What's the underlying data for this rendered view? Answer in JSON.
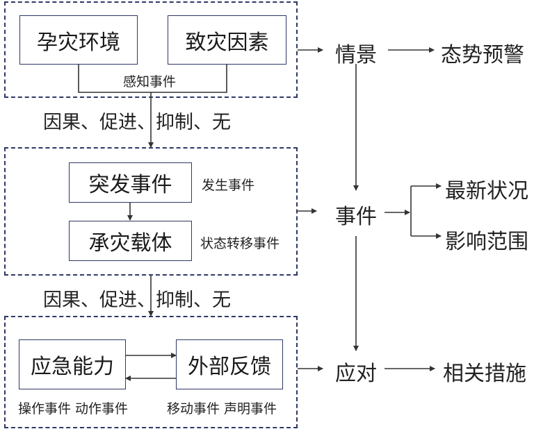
{
  "groups": {
    "top": {
      "boxes": [
        "孕灾环境",
        "致灾因素"
      ],
      "connector_label": "感知事件"
    },
    "middle": {
      "boxes": [
        "突发事件",
        "承灾载体"
      ],
      "side_labels": [
        "发生事件",
        "状态转移事件"
      ]
    },
    "bottom": {
      "boxes": [
        "应急能力",
        "外部反馈"
      ],
      "bottom_labels": [
        "操作事件 动作事件",
        "移动事件 声明事件"
      ]
    }
  },
  "relations": [
    "因果、促进、抑制、无",
    "因果、促进、抑制、无"
  ],
  "flow": {
    "scenario": "情景",
    "scenario_out": "态势预警",
    "event": "事件",
    "event_out": [
      "最新状况",
      "影响范围"
    ],
    "response": "应对",
    "response_out": "相关措施"
  },
  "colors": {
    "dashed_border": "#2e3766",
    "box_border": "#2e3766",
    "line": "#333333"
  }
}
